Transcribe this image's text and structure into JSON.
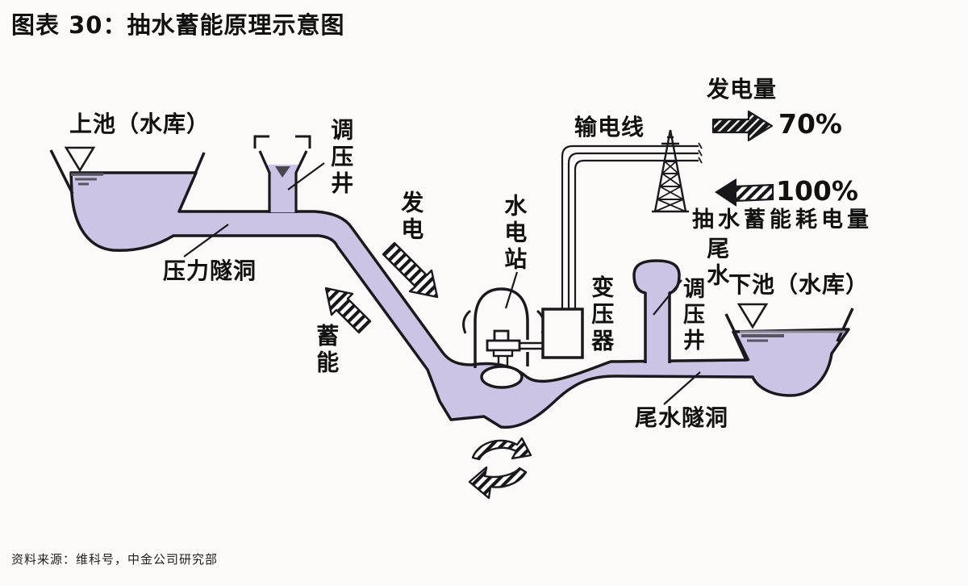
{
  "title": "图表 30：抽水蓄能原理示意图",
  "footer": "资料来源：维科号，中金公司研究部",
  "colors": {
    "water": "#cbc4e4",
    "line": "#1a191d",
    "shade": "#59545f",
    "background": "#fbfaf8"
  },
  "labels": {
    "upper_reservoir": "上池（水库）",
    "surge_shaft_upper": "调压井",
    "pressure_tunnel": "压力隧洞",
    "generation": "发电",
    "storage": "蓄能",
    "hydro_station": "水电站",
    "transmission_line": "输电线",
    "transformer": "变压器",
    "generation_output": "发电量",
    "generation_pct": "70%",
    "pumping_pct": "100%",
    "pumping_consumption": "抽水蓄能耗电量",
    "tailwater": "尾水",
    "surge_shaft_lower": "调压井",
    "lower_reservoir": "下池（水库）",
    "tailwater_tunnel": "尾水隧洞"
  }
}
